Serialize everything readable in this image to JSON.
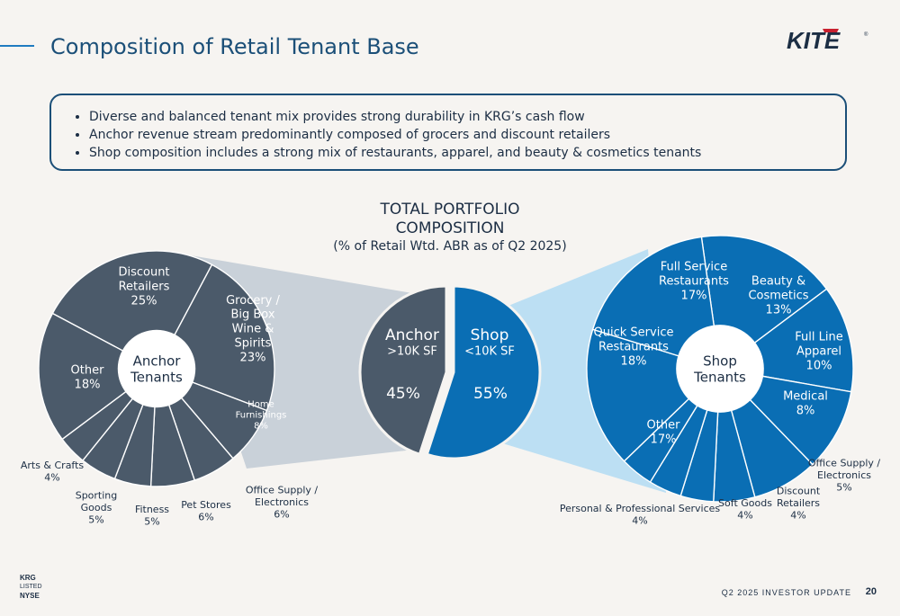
{
  "header": {
    "title": "Composition of Retail Tenant Base",
    "logo_text": "KITE"
  },
  "bullets": [
    "Diverse and balanced tenant mix provides strong durability in KRG’s cash flow",
    "Anchor revenue stream predominantly composed of grocers and discount retailers",
    "Shop composition includes a strong mix of restaurants, apparel, and beauty & cosmetics tenants"
  ],
  "chart_data": [
    {
      "type": "pie",
      "title": "TOTAL PORTFOLIO COMPOSITION",
      "subtitle": "(% of Retail Wtd. ABR as of Q2 2025)",
      "slices": [
        {
          "name": "Anchor",
          "subtitle": ">10K SF",
          "value": 45,
          "label": "45%",
          "color": "#4b5a6a"
        },
        {
          "name": "Shop",
          "subtitle": "<10K SF",
          "value": 55,
          "label": "55%",
          "color": "#0a6eb4"
        }
      ]
    },
    {
      "type": "pie",
      "title": "Anchor Tenants",
      "color": "#4b5a6a",
      "slices": [
        {
          "name": "Discount Retailers",
          "value": 25,
          "label": "25%"
        },
        {
          "name": "Grocery / Big Box Wine & Spirits",
          "value": 23,
          "label": "23%"
        },
        {
          "name": "Home Furnishings",
          "value": 8,
          "label": "8%"
        },
        {
          "name": "Office Supply / Electronics",
          "value": 6,
          "label": "6%"
        },
        {
          "name": "Pet Stores",
          "value": 6,
          "label": "6%"
        },
        {
          "name": "Fitness",
          "value": 5,
          "label": "5%"
        },
        {
          "name": "Sporting Goods",
          "value": 5,
          "label": "5%"
        },
        {
          "name": "Arts & Crafts",
          "value": 4,
          "label": "4%"
        },
        {
          "name": "Other",
          "value": 18,
          "label": "18%"
        }
      ]
    },
    {
      "type": "pie",
      "title": "Shop Tenants",
      "color": "#0a6eb4",
      "slices": [
        {
          "name": "Full Service Restaurants",
          "value": 17,
          "label": "17%"
        },
        {
          "name": "Beauty & Cosmetics",
          "value": 13,
          "label": "13%"
        },
        {
          "name": "Full Line Apparel",
          "value": 10,
          "label": "10%"
        },
        {
          "name": "Medical",
          "value": 8,
          "label": "8%"
        },
        {
          "name": "Office Supply / Electronics",
          "value": 5,
          "label": "5%"
        },
        {
          "name": "Discount Retailers",
          "value": 4,
          "label": "4%"
        },
        {
          "name": "Soft Goods",
          "value": 4,
          "label": "4%"
        },
        {
          "name": "Personal & Professional Services",
          "value": 4,
          "label": "4%"
        },
        {
          "name": "Other",
          "value": 17,
          "label": "17%"
        },
        {
          "name": "Quick Service Restaurants",
          "value": 18,
          "label": "18%"
        }
      ]
    }
  ],
  "footer": {
    "listed_line1": "KRG",
    "listed_line2": "LISTED",
    "listed_line3": "NYSE",
    "doc": "Q2 2025 INVESTOR UPDATE",
    "page": "20"
  }
}
